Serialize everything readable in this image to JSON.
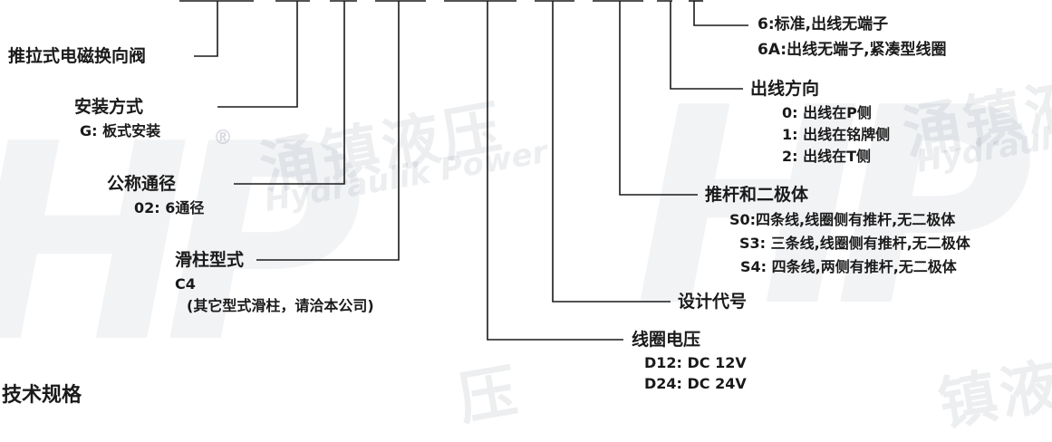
{
  "watermark": {
    "logo": "HP",
    "brand_cn": "涌镇液压",
    "brand_en": "Hydraulik Power",
    "registered": "®",
    "right_fragment_cn": "涌镇液",
    "right_fragment_en": "Hydraulik P",
    "bottom_fragment_1": "压",
    "bottom_fragment_2": "镇液"
  },
  "fields": {
    "valve_type": {
      "label": "推拉式电磁换向阀"
    },
    "mounting": {
      "label": "安装方式",
      "options": [
        "G: 板式安装"
      ]
    },
    "nominal_size": {
      "label": "公称通径",
      "options": [
        "02: 6通径"
      ]
    },
    "spool_type": {
      "label": "滑柱型式",
      "options": [
        "C4",
        "(其它型式滑柱，请洽本公司)"
      ]
    },
    "coil_voltage": {
      "label": "线圈电压",
      "options": [
        "D12: DC 12V",
        "D24: DC 24V"
      ]
    },
    "design_code": {
      "label": "设计代号"
    },
    "push_rod_diode": {
      "label": "推杆和二极体",
      "options": [
        "S0:四条线,线圈侧有推杆,无二极体",
        "S3: 三条线,线圈侧有推杆,无二极体",
        "S4: 四条线,两侧有推杆,无二极体"
      ]
    },
    "outlet_direction": {
      "label": "出线方向",
      "options": [
        "0: 出线在P侧",
        "1: 出线在铭牌侧",
        "2: 出线在T侧"
      ]
    },
    "terminal": {
      "options": [
        "6:标准,出线无端子",
        "6A:出线无端子,紧凑型线圈"
      ]
    }
  },
  "footer_partial": "技术规格"
}
